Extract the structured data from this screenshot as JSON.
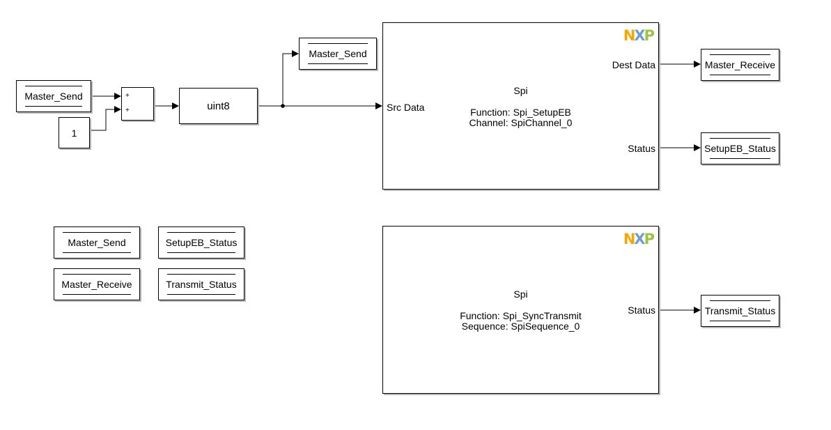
{
  "diagram": {
    "blocks": {
      "goto_master_send": "Master_Send",
      "const_one": "1",
      "sum_signs": [
        "+",
        "+"
      ],
      "convert": "uint8",
      "goto_master_send_top": "Master_Send",
      "goto_master_receive": "Master_Receive",
      "goto_setupeb_status": "SetupEB_Status",
      "goto_transmit_status": "Transmit_Status"
    },
    "spi_setup": {
      "logo": [
        "N",
        "X",
        "P"
      ],
      "title": "Spi",
      "function": "Function: Spi_SetupEB",
      "channel": "Channel: SpiChannel_0",
      "port_in": "Src Data",
      "port_out_data": "Dest Data",
      "port_out_status": "Status"
    },
    "spi_transmit": {
      "logo": [
        "N",
        "X",
        "P"
      ],
      "title": "Spi",
      "function": "Function: Spi_SyncTransmit",
      "sequence": "Sequence: SpiSequence_0",
      "port_out_status": "Status"
    },
    "from_blocks": {
      "master_send": "Master_Send",
      "setupeb_status": "SetupEB_Status",
      "master_receive": "Master_Receive",
      "transmit_status": "Transmit_Status"
    },
    "colors": {
      "nxp_n": "#f7a800",
      "nxp_x": "#6e9cd3",
      "nxp_p": "#9cc43c",
      "shadow": "#b8b8b8"
    }
  }
}
